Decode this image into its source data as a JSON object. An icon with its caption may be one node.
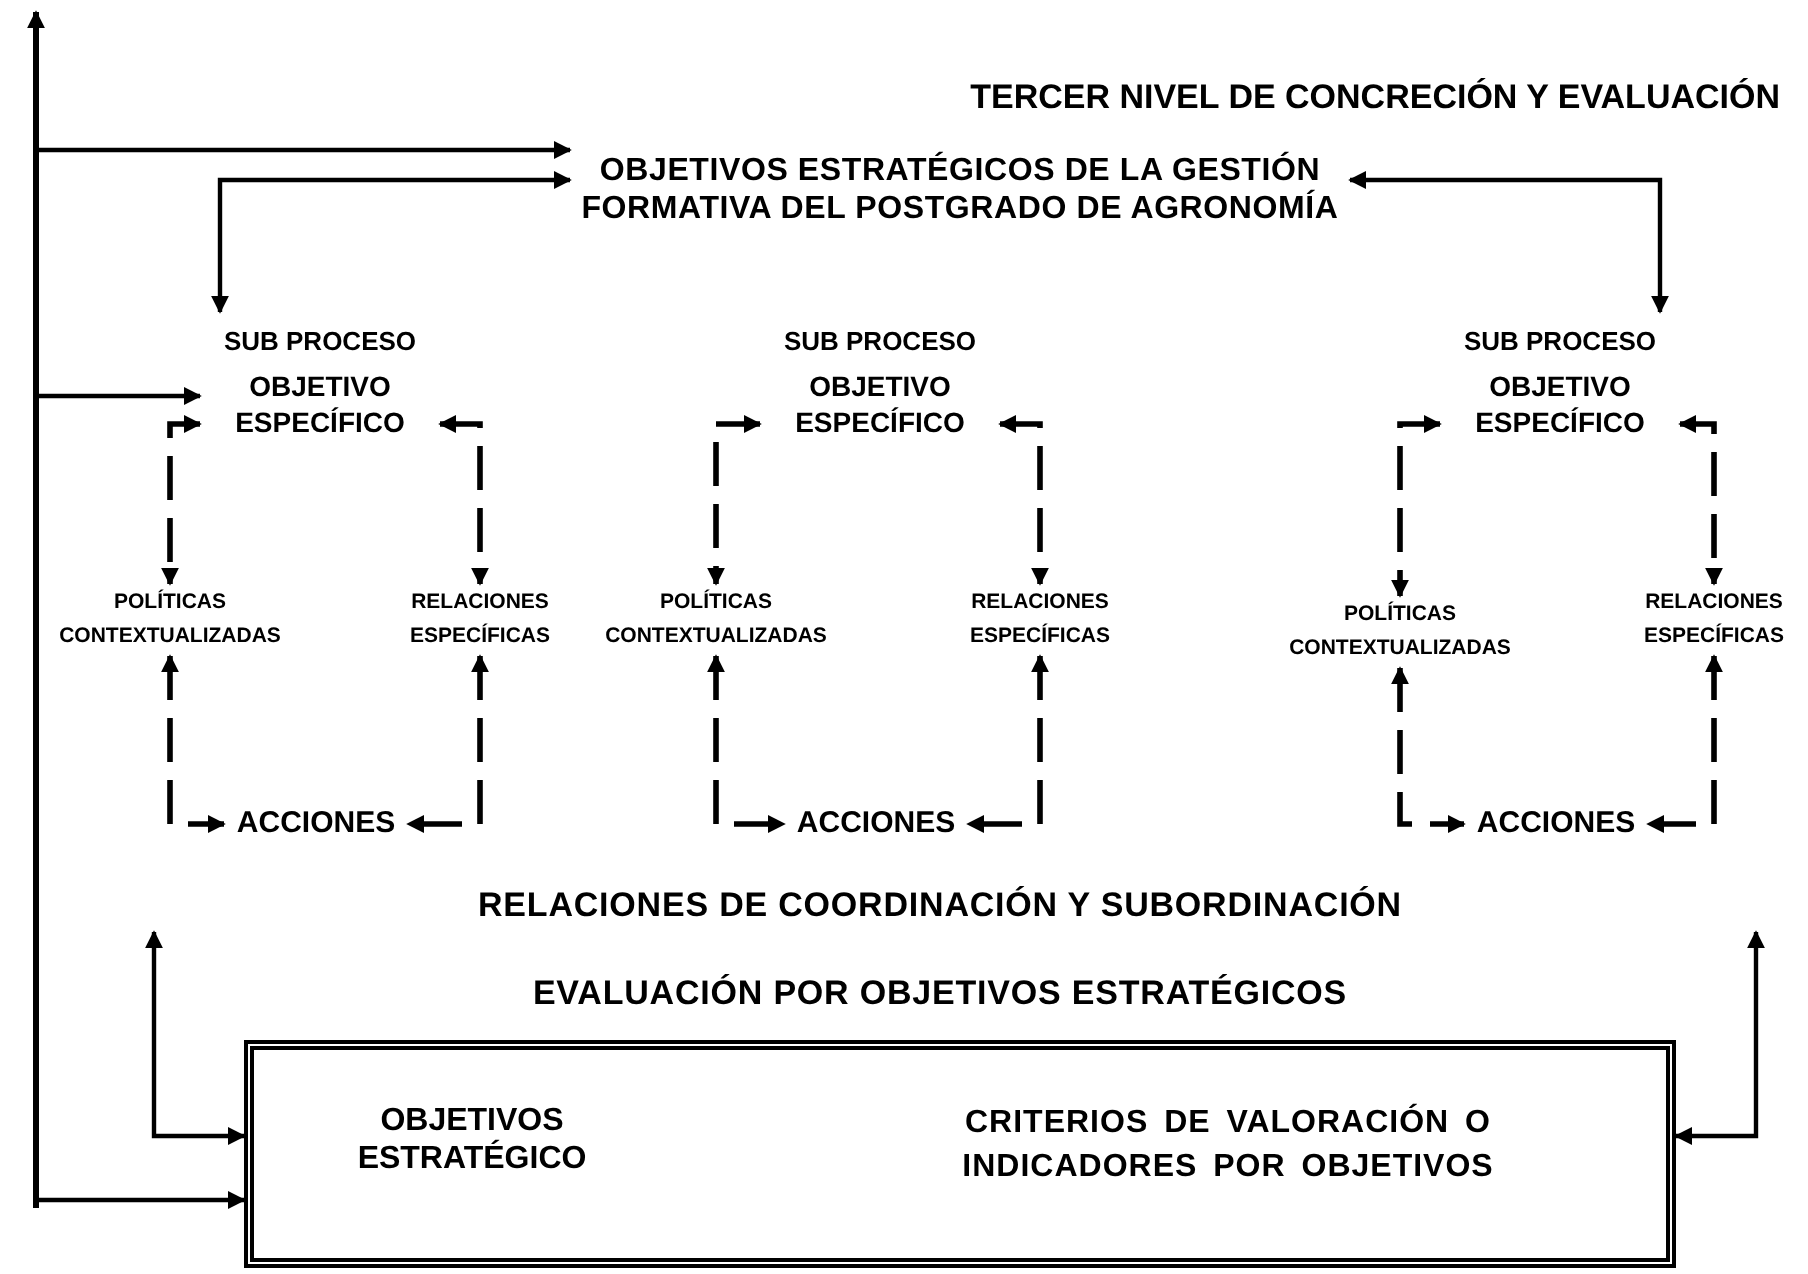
{
  "diagram": {
    "title": "TERCER NIVEL DE CONCRECIÓN Y EVALUACIÓN",
    "nodes": [
      {
        "text": [
          "OBJETIVOS ESTRATÉGICOS DE LA GESTIÓN FORMATIVA DEL POSTGRADO DE AGRONOMÍA"
        ]
      },
      {
        "text": [
          "OBJETIVO ESPECÍFICO"
        ],
        "beside": [
          "SUB PROCESO"
        ]
      },
      {
        "text": [
          "POLÍTICAS CONTEXTUALIZADAS"
        ]
      },
      {
        "text": [
          "RELACIONES ESPECÍFICAS"
        ]
      },
      {
        "text": [
          "ACCIONES"
        ]
      },
      {
        "text": [
          "OBJETIVO ESPECÍFICO"
        ],
        "beside": [
          "SUB PROCESO"
        ]
      },
      {
        "text": [
          "POLÍTICAS CONTEXTUALIZADAS"
        ]
      },
      {
        "text": [
          "RELACIONES ESPECÍFICAS"
        ]
      },
      {
        "text": [
          "ACCIONES"
        ]
      },
      {
        "text": [
          "OBJETIVO ESPECÍFICO"
        ],
        "beside": [
          "SUB PROCESO"
        ]
      },
      {
        "text": [
          "POLÍTICAS CONTEXTUALIZADAS"
        ]
      },
      {
        "text": [
          "RELACIONES ESPECÍFICAS"
        ]
      },
      {
        "text": [
          "ACCIONES"
        ]
      },
      {
        "text": [
          "OBJETIVOS ESTRATÉGICO",
          "CRITERIOS DE VALORACIÓN O INDICADORES POR OBJETIVOS"
        ]
      }
    ],
    "edges": [
      {
        "from": null,
        "to": 0,
        "arrow": "to"
      },
      {
        "from": null,
        "to": 1,
        "arrow": "to"
      },
      {
        "from": null,
        "to": 13,
        "arrow": "to"
      },
      {
        "from": 0,
        "to": 1,
        "arrow": "both"
      },
      {
        "from": 0,
        "to": 9,
        "arrow": "both"
      },
      {
        "from": 1,
        "to": 2,
        "arrow": "both",
        "style": "dashed"
      },
      {
        "from": 1,
        "to": 3,
        "arrow": "both",
        "style": "dashed"
      },
      {
        "from": 2,
        "to": 4,
        "arrow": "both",
        "style": "dashed"
      },
      {
        "from": 3,
        "to": 4,
        "arrow": "both",
        "style": "dashed"
      },
      {
        "from": 5,
        "to": 6,
        "arrow": "both",
        "style": "dashed"
      },
      {
        "from": 5,
        "to": 7,
        "arrow": "both",
        "style": "dashed"
      },
      {
        "from": 6,
        "to": 8,
        "arrow": "both",
        "style": "dashed"
      },
      {
        "from": 7,
        "to": 8,
        "arrow": "both",
        "style": "dashed"
      },
      {
        "from": 9,
        "to": 10,
        "arrow": "both",
        "style": "dashed"
      },
      {
        "from": 9,
        "to": 11,
        "arrow": "both",
        "style": "dashed"
      },
      {
        "from": 10,
        "to": 12,
        "arrow": "both",
        "style": "dashed"
      },
      {
        "from": 11,
        "to": 12,
        "arrow": "both",
        "style": "dashed"
      },
      {
        "from": null,
        "to": 13,
        "arrow": "both"
      },
      {
        "from": null,
        "to": 13,
        "arrow": "both"
      }
    ],
    "labels": [
      "RELACIONES DE COORDINACIÓN Y SUBORDINACIÓN",
      "EVALUACIÓN POR OBJETIVOS ESTRATÉGICOS"
    ]
  }
}
